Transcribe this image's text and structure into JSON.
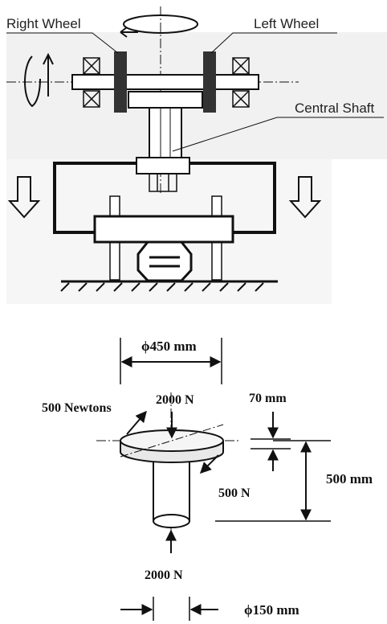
{
  "top_diagram": {
    "labels": {
      "right_wheel": "Right Wheel",
      "left_wheel": "Left Wheel",
      "central_shaft": "Central Shaft"
    }
  },
  "bottom_diagram": {
    "dimensions": {
      "disk_diameter": "ϕ450 mm",
      "disk_thickness": "70 mm",
      "total_height": "500 mm",
      "shaft_diameter": "ϕ150 mm"
    },
    "forces": {
      "tangential_force": "500 Newtons",
      "top_axial_force": "2000 N",
      "radial_force": "500 N",
      "bottom_axial_force": "2000 N"
    }
  },
  "colors": {
    "line": "#111111",
    "wheel": "#333333",
    "paper_shade": "#f1f1f1"
  }
}
